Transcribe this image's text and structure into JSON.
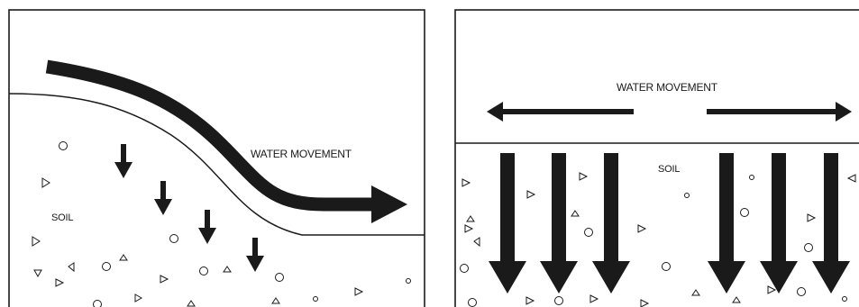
{
  "colors": {
    "ink": "#1a1a1a",
    "paper": "#ffffff"
  },
  "left_panel": {
    "water_label": "WATER MOVEMENT",
    "soil_label": "SOIL"
  },
  "right_panel": {
    "water_label": "WATER MOVEMENT",
    "soil_label": "SOIL"
  }
}
